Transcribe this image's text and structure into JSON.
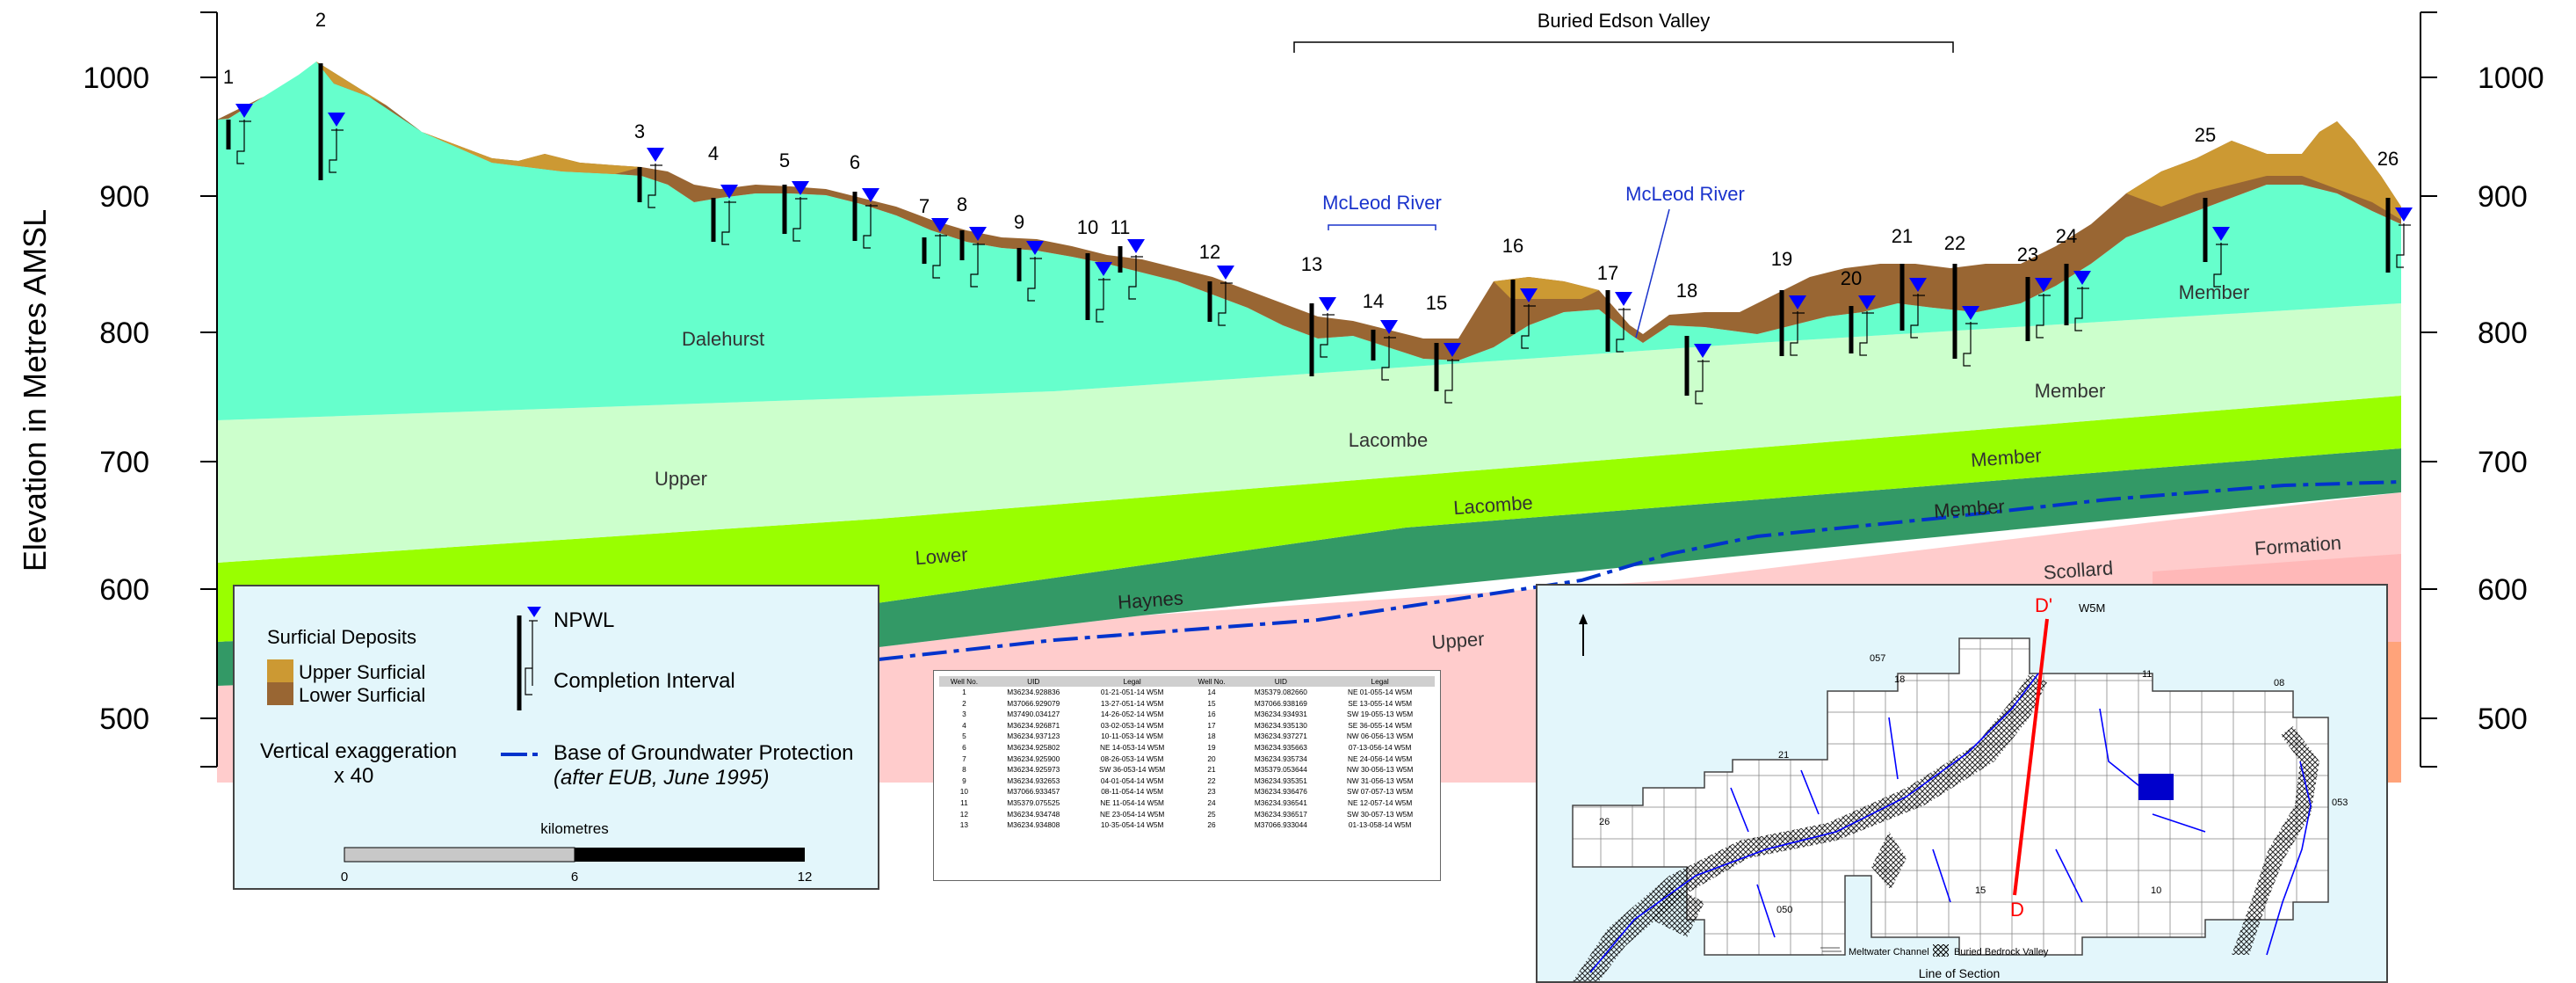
{
  "axis": {
    "title": "Elevation in Metres AMSL",
    "ticks": [
      "1000",
      "900",
      "800",
      "700",
      "600",
      "500"
    ]
  },
  "buried_valley_label": "Buried Edson Valley",
  "river_labels": [
    "McLeod River",
    "McLeod River"
  ],
  "formation_labels": [
    "Dalehurst",
    "Upper",
    "Lacombe",
    "Member",
    "Lower",
    "Lacombe",
    "Member",
    "Haynes",
    "Member",
    "Upper",
    "Scollard",
    "Formation",
    "Member"
  ],
  "well_numbers": [
    "1",
    "2",
    "3",
    "4",
    "5",
    "6",
    "7",
    "8",
    "9",
    "10",
    "11",
    "12",
    "13",
    "14",
    "15",
    "16",
    "17",
    "18",
    "19",
    "20",
    "21",
    "22",
    "23",
    "24",
    "25",
    "26"
  ],
  "legend": {
    "surficial_title": "Surficial Deposits",
    "upper_surficial": "Upper Surficial",
    "lower_surficial": "Lower Surficial",
    "npwl": "NPWL",
    "completion_interval": "Completion Interval",
    "vertical_exaggeration": "Vertical exaggeration",
    "vertical_exaggeration_value": "x 40",
    "base_groundwater": "Base of Groundwater Protection",
    "base_groundwater_source": "(after EUB, June 1995)",
    "scale_unit": "kilometres",
    "scale_ticks": [
      "0",
      "6",
      "12"
    ]
  },
  "well_table": {
    "headers": [
      "Well No.",
      "UID",
      "Legal",
      "Well No.",
      "UID",
      "Legal"
    ],
    "rows": [
      [
        "1",
        "M36234.928836",
        "01-21-051-14 W5M",
        "14",
        "M35379.082660",
        "NE 01-055-14 W5M"
      ],
      [
        "2",
        "M37066.929079",
        "13-27-051-14 W5M",
        "15",
        "M37066.938169",
        "SE 13-055-14 W5M"
      ],
      [
        "3",
        "M37490.034127",
        "14-26-052-14 W5M",
        "16",
        "M36234.934931",
        "SW 19-055-13 W5M"
      ],
      [
        "4",
        "M36234.926871",
        "03-02-053-14 W5M",
        "17",
        "M36234.935130",
        "SE 36-055-14 W5M"
      ],
      [
        "5",
        "M36234.937123",
        "10-11-053-14 W5M",
        "18",
        "M36234.937271",
        "NW 06-056-13 W5M"
      ],
      [
        "6",
        "M36234.925802",
        "NE 14-053-14 W5M",
        "19",
        "M36234.935663",
        "07-13-056-14 W5M"
      ],
      [
        "7",
        "M36234.925900",
        "08-26-053-14 W5M",
        "20",
        "M36234.935734",
        "NE 24-056-14 W5M"
      ],
      [
        "8",
        "M36234.925973",
        "SW 36-053-14 W5M",
        "21",
        "M35379.053644",
        "NW 30-056-13 W5M"
      ],
      [
        "9",
        "M36234.932653",
        "04-01-054-14 W5M",
        "22",
        "M36234.935351",
        "NW 31-056-13 W5M"
      ],
      [
        "10",
        "M37066.933457",
        "08-11-054-14 W5M",
        "23",
        "M36234.936476",
        "SW 07-057-13 W5M"
      ],
      [
        "11",
        "M35379.075525",
        "NE 11-054-14 W5M",
        "24",
        "M36234.936541",
        "NE 12-057-14 W5M"
      ],
      [
        "12",
        "M36234.934748",
        "NE 23-054-14 W5M",
        "25",
        "M36234.936517",
        "SW 30-057-13 W5M"
      ],
      [
        "13",
        "M36234.934808",
        "10-35-054-14 W5M",
        "26",
        "M37066.933044",
        "01-13-058-14 W5M"
      ]
    ]
  },
  "map": {
    "section_start": "D'",
    "section_end": "D",
    "meridian": "W5M",
    "township_labels": [
      "057",
      "18",
      "11",
      "08",
      "21",
      "053",
      "26",
      "050",
      "15",
      "10"
    ],
    "meltwater_channel": "Meltwater Channel",
    "buried_bedrock_valley": "Buried Bedrock Valley",
    "caption": "Line of Section"
  },
  "colors": {
    "dalehurst": "#66ffcc",
    "upper_lacombe": "#ccffcc",
    "lower_lacombe": "#99ff00",
    "haynes": "#339966",
    "scollard": "#ffcccc",
    "upper_surficial": "#cc9933",
    "lower_surficial": "#996633",
    "npwl": "#0000ff",
    "groundwater_line": "#0033cc",
    "section_line": "#ff0000",
    "legend_bg": "#e3f6fb"
  }
}
